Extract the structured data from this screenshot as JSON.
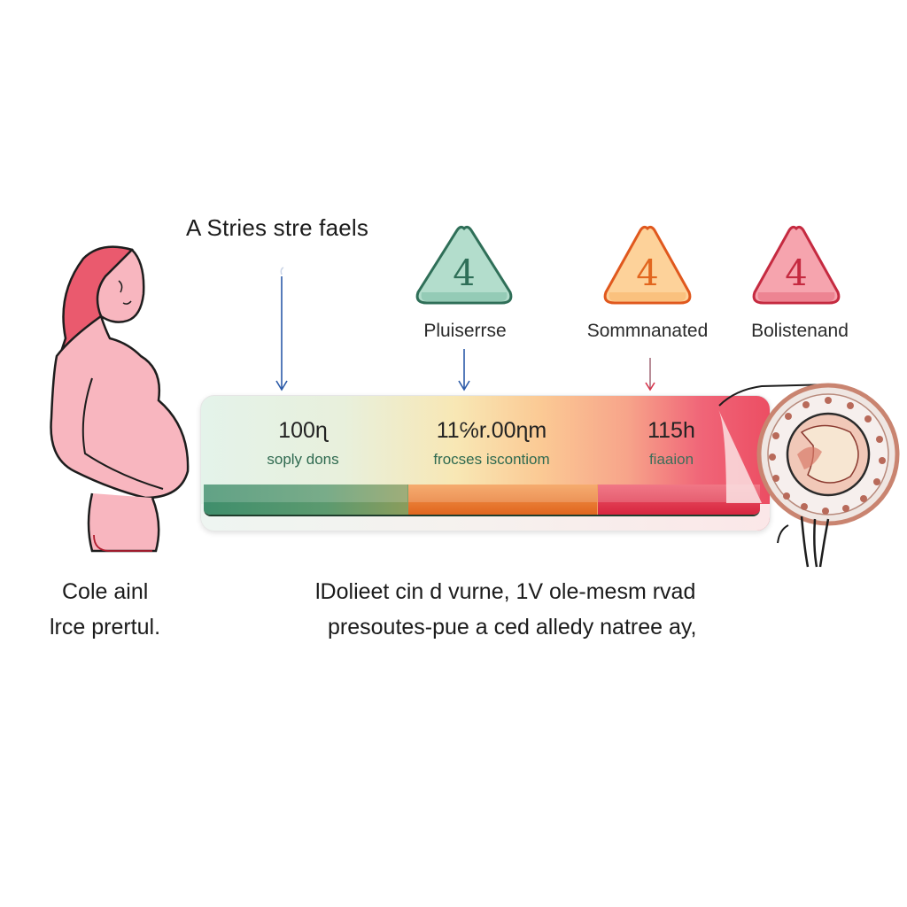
{
  "title": "A Stries stre faels",
  "stages": [
    {
      "number": "4",
      "label": "Pluiserrse",
      "color": "#4f9d82",
      "fill": "#b6e0cf",
      "arrow_color": "#2b5aa8"
    },
    {
      "number": "4",
      "label": "Sommnanated",
      "color": "#e2661e",
      "fill": "#fcd39a",
      "arrow_color": "#d8344c"
    },
    {
      "number": "4",
      "label": "Bolistenand",
      "color": "#d8344c",
      "fill": "#f6a6b0",
      "arrow_color": ""
    }
  ],
  "timeline": {
    "metrics": [
      {
        "value": "100ɳ",
        "label": "soply dons"
      },
      {
        "value": "11℅r.00ɳm",
        "label": "frocses iscontiom"
      },
      {
        "value": "115h",
        "label": "fiaaion"
      }
    ],
    "segments": [
      {
        "name": "green",
        "color": "#3f8e6c"
      },
      {
        "name": "orange",
        "color": "#e87a2e"
      },
      {
        "name": "red",
        "color": "#e03a52"
      }
    ]
  },
  "figure_caption": {
    "line1": "Cole ainl",
    "line2": "lrce prertul."
  },
  "description": {
    "line1": "lDolieet cin d vurne, 1V ole-mesm rvad",
    "line2": "presoutes-pue a ced alledy natree ay,"
  }
}
